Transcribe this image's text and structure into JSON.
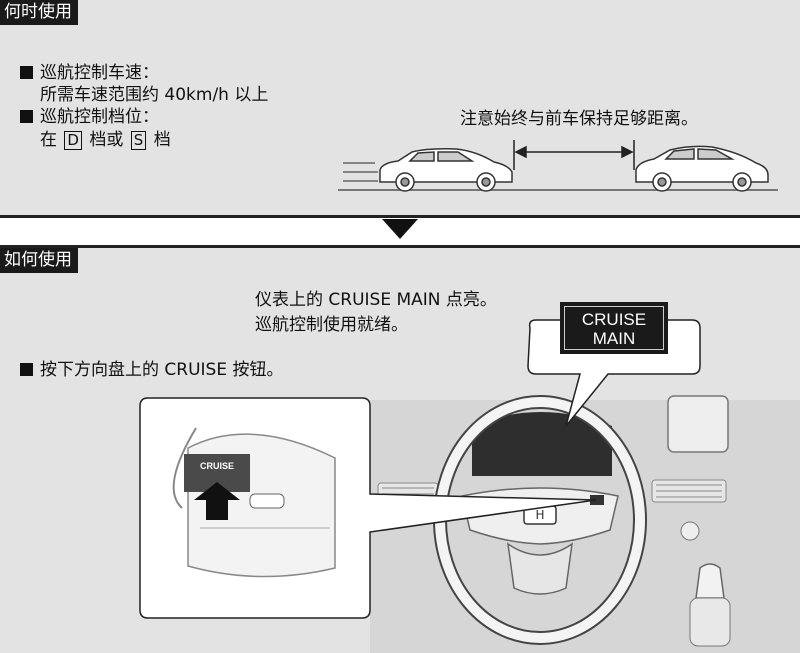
{
  "when": {
    "tag": "何时使用",
    "item1_title": "巡航控制车速：",
    "item1_detail": "所需车速范围约 40km/h 以上",
    "item2_title": "巡航控制档位：",
    "item2_prefix": "在",
    "gear1": "D",
    "item2_mid": "档或",
    "gear2": "S",
    "item2_suffix": "档",
    "distance_note": "注意始终与前车保持足够距离。"
  },
  "how": {
    "tag": "如何使用",
    "indicator_line1": "仪表上的 CRUISE MAIN 点亮。",
    "indicator_line2": "巡航控制使用就绪。",
    "indicator_word1": "CRUISE",
    "indicator_word2": "MAIN",
    "step": "按下方向盘上的 CRUISE 按钮。",
    "button_label": "CRUISE"
  },
  "colors": {
    "panel": "#e3e3e3",
    "ink": "#111111",
    "indicator_bg": "#1a1a1a"
  },
  "icons": [
    "car-icon",
    "down-triangle-icon",
    "up-arrow-icon",
    "steering-wheel-illustration"
  ]
}
